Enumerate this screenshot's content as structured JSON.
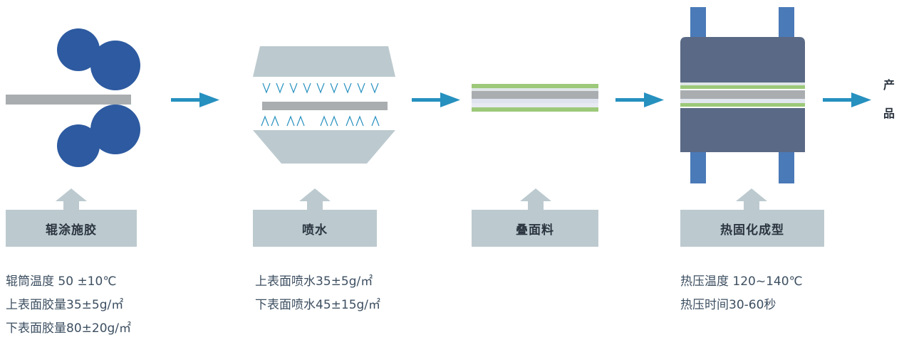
{
  "colors": {
    "roller": "#2d5aa0",
    "sheet": "#a9adb0",
    "arrow": "#2690bf",
    "box": "#bccacf",
    "press_body": "#5a6985",
    "press_post": "#4a7ab8",
    "green_layer": "#9cc97a"
  },
  "steps": [
    {
      "label": "辊涂施胶",
      "notes": [
        "辊筒温度 50 ±10℃",
        "上表面胶量35±5g/㎡",
        "下表面胶量80±20g/㎡"
      ]
    },
    {
      "label": "喷水",
      "notes": [
        "上表面喷水35±5g/㎡",
        "下表面喷水45±15g/㎡"
      ]
    },
    {
      "label": "叠面料",
      "notes": []
    },
    {
      "label": "热固化成型",
      "notes": [
        "热压温度 120~140℃",
        "热压时间30-60秒"
      ]
    }
  ],
  "output": {
    "char1": "产",
    "char2": "品"
  }
}
